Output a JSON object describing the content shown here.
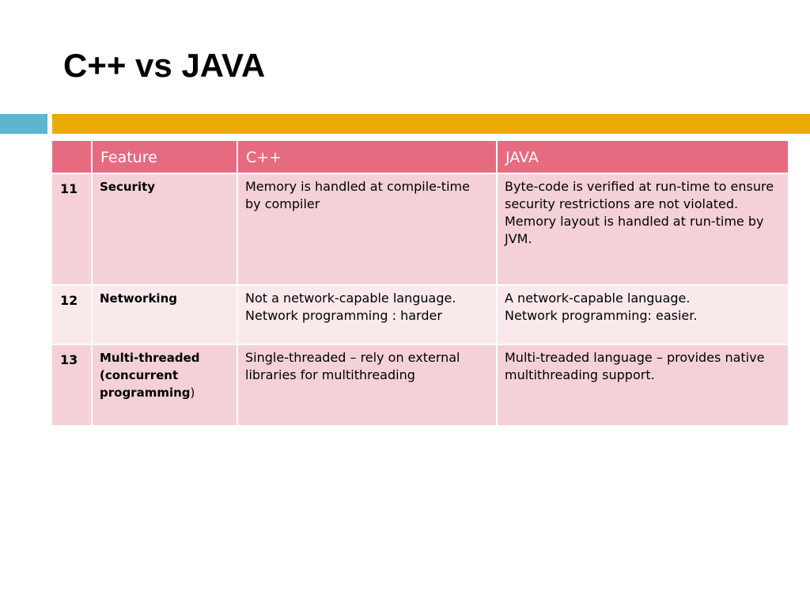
{
  "slide": {
    "title": "C++ vs JAVA"
  },
  "colors": {
    "accent_blue": "#5db5d1",
    "accent_gold": "#eaab00",
    "header_bg": "#e76b80",
    "row_dark": "#f4d1d7",
    "row_light": "#f9e9eb"
  },
  "table": {
    "headers": {
      "num": "",
      "feature": "Feature",
      "cpp": "C++",
      "java": "JAVA"
    },
    "rows": [
      {
        "num": "11",
        "feature": "Security",
        "cpp": "Memory is handled at compile-time by compiler",
        "java": [
          "Byte-code is verified at run-time to ensure security restrictions are not violated.",
          "Memory layout is handled at run-time by JVM."
        ]
      },
      {
        "num": "12",
        "feature": "Networking",
        "cpp": [
          "Not a network-capable language.",
          "Network programming : harder"
        ],
        "java": [
          "A network-capable language.",
          "Network programming: easier."
        ]
      },
      {
        "num": "13",
        "feature": "Multi-threaded (concurrent programming",
        "feature_suffix": ")",
        "cpp": "Single-threaded – rely on external libraries for multithreading",
        "java": "Multi-treaded language – provides native multithreading support."
      }
    ]
  }
}
